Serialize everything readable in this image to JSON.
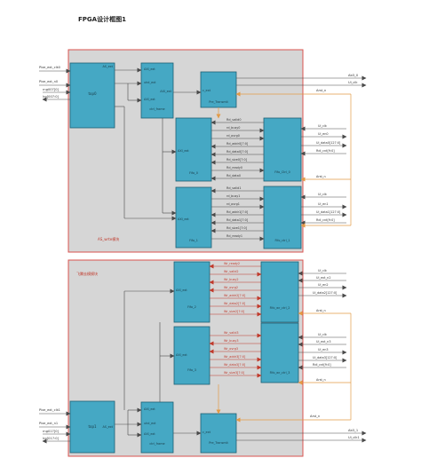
{
  "title": "FPGA设计框图1",
  "colors": {
    "region_fill": "#d6d6d6",
    "region_stroke": "#d9534f",
    "block_fill": "#45a8c4",
    "block_stroke": "#1d5f73",
    "line_dark": "#4a4a4a",
    "line_red": "#c0392b",
    "line_orange": "#e39a45"
  },
  "regions": [
    {
      "id": "top",
      "label": "AS_wrte模块"
    },
    {
      "id": "bottom",
      "label": "飞腾去模模块"
    }
  ],
  "top": {
    "external_inputs": [
      "Pixe_ext_clk0",
      "Pixe_ext_n0",
      "rng007[0]",
      "lrp[007:0]"
    ],
    "main_block": {
      "label": "top0",
      "port": "AS_ext"
    },
    "small_block": {
      "label": "ctrl_frame",
      "ports": [
        "AXI_ext",
        "uhd_ext",
        "AXI_ext"
      ]
    },
    "right_block": {
      "label": "Pre_Transmit",
      "port": "c_ext"
    },
    "fifo_blocks": [
      {
        "label": "Fifo_0",
        "port": "AXI_ext"
      },
      {
        "label": "Fifo_1",
        "port": "AXI_ext"
      }
    ],
    "ctrl_blocks": [
      {
        "label": "Fifo_Ctrl_0"
      },
      {
        "label": "Fifo_ctrl_1"
      }
    ],
    "bus_signals_a": [
      "Rd_valid0",
      "rd_busy0",
      "rd_ovrg0",
      "Rd_addr0[7:0]",
      "Rd_data0[7:0]",
      "Rd_size0[7:0]",
      "Rd_ready0",
      "Rd_data0"
    ],
    "bus_signals_b": [
      "Rd_valid1",
      "rd_busy1",
      "rd_ovrg1",
      "Rd_addr1[7:0]",
      "Rd_data1[7:0]",
      "Rd_size1[7:0]",
      "Rd_ready1"
    ],
    "right_signals_a": [
      "Ui_clk",
      "Ui_en0",
      "Ui_data0[127:0]",
      "Rdi_cnt[9:0]",
      "Arst_n"
    ],
    "right_signals_b": [
      "Ui_clk",
      "Ui_en1",
      "Ui_data1[127:0]",
      "Rdi_cnt[9:0]"
    ],
    "outputs": [
      "Ab3_0",
      "Ui_clk",
      "Arst_n"
    ]
  },
  "bottom": {
    "external_inputs": [
      "Pixe_ext_clk1",
      "Pixe_ext_n1",
      "rng017[0]",
      "lrp[017:0]"
    ],
    "main_block": {
      "label": "top1",
      "port": "AS_ext"
    },
    "small_block": {
      "label": "ctrl_frame",
      "ports": [
        "AXI_ext",
        "uhd_ext",
        "AXI_ext"
      ]
    },
    "right_block": {
      "label": "Pre_Transmit",
      "port": "c_ext"
    },
    "fifo_blocks": [
      {
        "label": "Fifo_2",
        "port": "AXI_ext"
      },
      {
        "label": "Fifo_3",
        "port": "AXI_ext"
      }
    ],
    "ctrl_blocks": [
      {
        "label": "Fifo_wr_ctrl_2"
      },
      {
        "label": "Fifo_wr_ctrl_3"
      }
    ],
    "bus_signals_a": [
      "Wr_ready2",
      "Wr_valid2",
      "Wr_busy2",
      "Wr_ovrg2",
      "Wr_addr2[7:0]",
      "Wr_data2[7:0]",
      "Wr_size2[7:0]"
    ],
    "bus_signals_b": [
      "Wr_valid3",
      "Wr_busy3",
      "Wr_ovrg3",
      "Wr_addr3[7:0]",
      "Wr_data3[7:0]",
      "Wr_size3[7:0]"
    ],
    "right_signals_a": [
      "Ui_clk",
      "Ui_ext_n2",
      "Ui_en2",
      "Ui_data2[127:0]",
      "Arst_n"
    ],
    "right_signals_b": [
      "Ui_clk",
      "Ui_ext_n3",
      "Ui_en3",
      "Ui_data3[127:0]",
      "Rdi_cnt[9:0]",
      "Arst_n"
    ],
    "outputs": [
      "Ab3_1",
      "Ui_clk1",
      "Arst_n"
    ]
  }
}
